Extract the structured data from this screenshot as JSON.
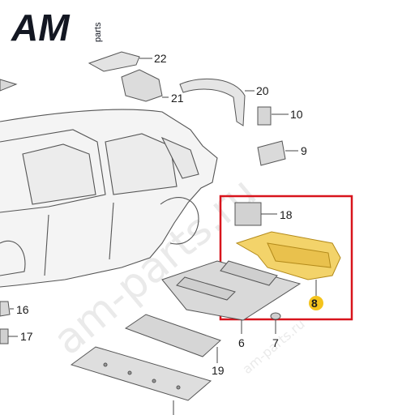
{
  "logo": {
    "letters": "AM",
    "sub": "parts"
  },
  "watermark": {
    "main": "am-parts.ru",
    "small": "am-parts.ru"
  },
  "callouts": {
    "c22": "22",
    "c21": "21",
    "c20": "20",
    "c10": "10",
    "c9": "9",
    "c18": "18",
    "c8": "8",
    "c6": "6",
    "c7": "7",
    "c16": "16",
    "c17": "17",
    "c19": "19"
  },
  "colors": {
    "highlight_box": "#d8141c",
    "highlight_part": "#f3d36a",
    "marker": "#f4c31c",
    "line": "#444444"
  }
}
